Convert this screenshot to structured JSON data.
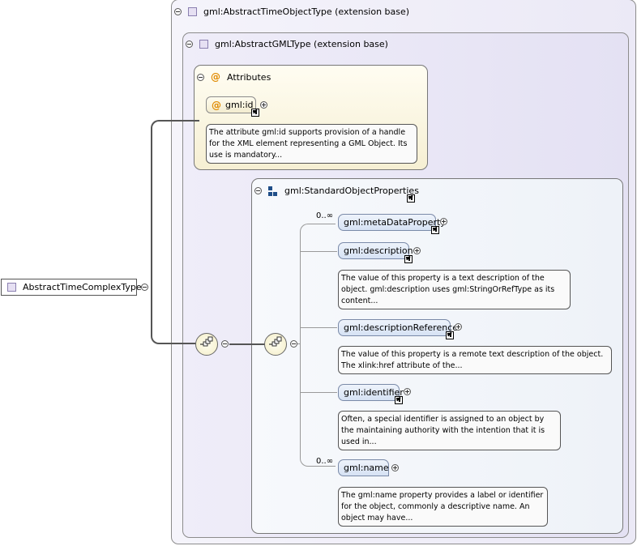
{
  "root": {
    "label": "AbstractTimeComplexType"
  },
  "time_object_base": {
    "title": "gml:AbstractTimeObjectType (extension base)"
  },
  "gml_base": {
    "title": "gml:AbstractGMLType (extension base)"
  },
  "attributes": {
    "title": "Attributes",
    "icon": "@",
    "id_label": "gml:id",
    "id_doc": "The attribute gml:id supports provision of a handle for the XML element representing a GML Object. Its use is mandatory..."
  },
  "standard": {
    "title": "gml:StandardObjectProperties",
    "items": [
      {
        "label": "gml:metaDataProperty",
        "multiplicity": "0..∞",
        "doc": ""
      },
      {
        "label": "gml:description",
        "multiplicity": "",
        "doc": "The value of this property is a text description of the object. gml:description uses gml:StringOrRefType as its content..."
      },
      {
        "label": "gml:descriptionReference",
        "multiplicity": "",
        "doc": "The value of this property is a remote text description of the object. The xlink:href attribute of the..."
      },
      {
        "label": "gml:identifier",
        "multiplicity": "",
        "doc": "Often, a special identifier is assigned to an object by the maintaining authority with the intention that it is used in..."
      },
      {
        "label": "gml:name",
        "multiplicity": "0..∞",
        "doc": "The gml:name property provides a label or identifier for the object, commonly a descriptive name. An object may have..."
      }
    ]
  }
}
